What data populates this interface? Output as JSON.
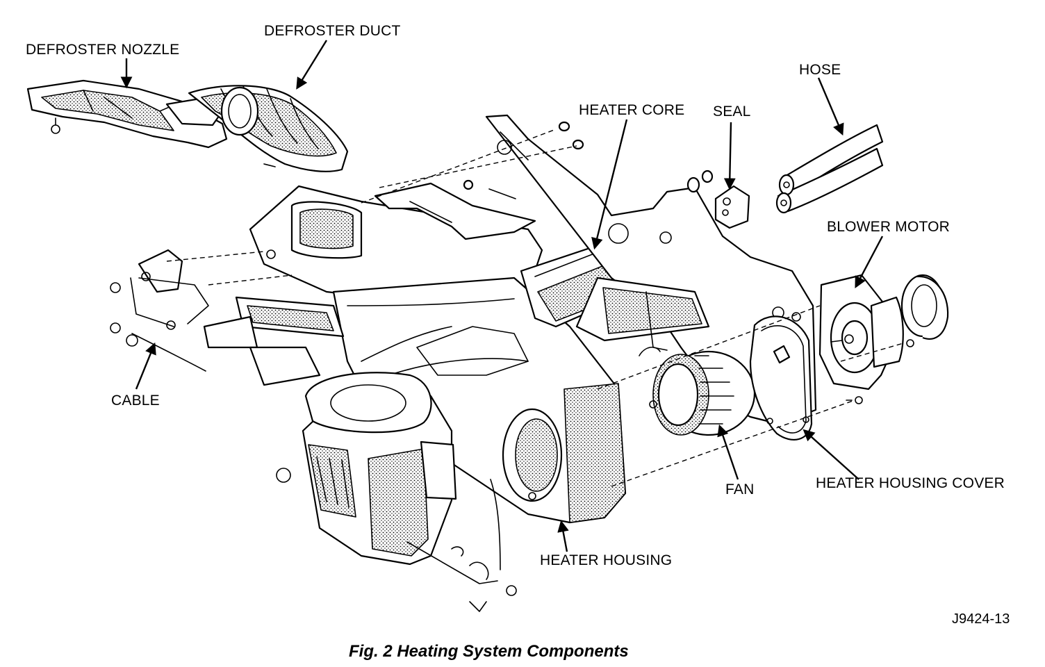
{
  "labels": {
    "defroster_nozzle": "DEFROSTER NOZZLE",
    "defroster_duct": "DEFROSTER DUCT",
    "heater_core": "HEATER CORE",
    "seal": "SEAL",
    "hose": "HOSE",
    "blower_motor": "BLOWER MOTOR",
    "cable": "CABLE",
    "fan": "FAN",
    "heater_housing_cover": "HEATER HOUSING COVER",
    "heater_housing": "HEATER HOUSING"
  },
  "figure_code": "J9424-13",
  "caption": "Fig. 2 Heating System Components"
}
